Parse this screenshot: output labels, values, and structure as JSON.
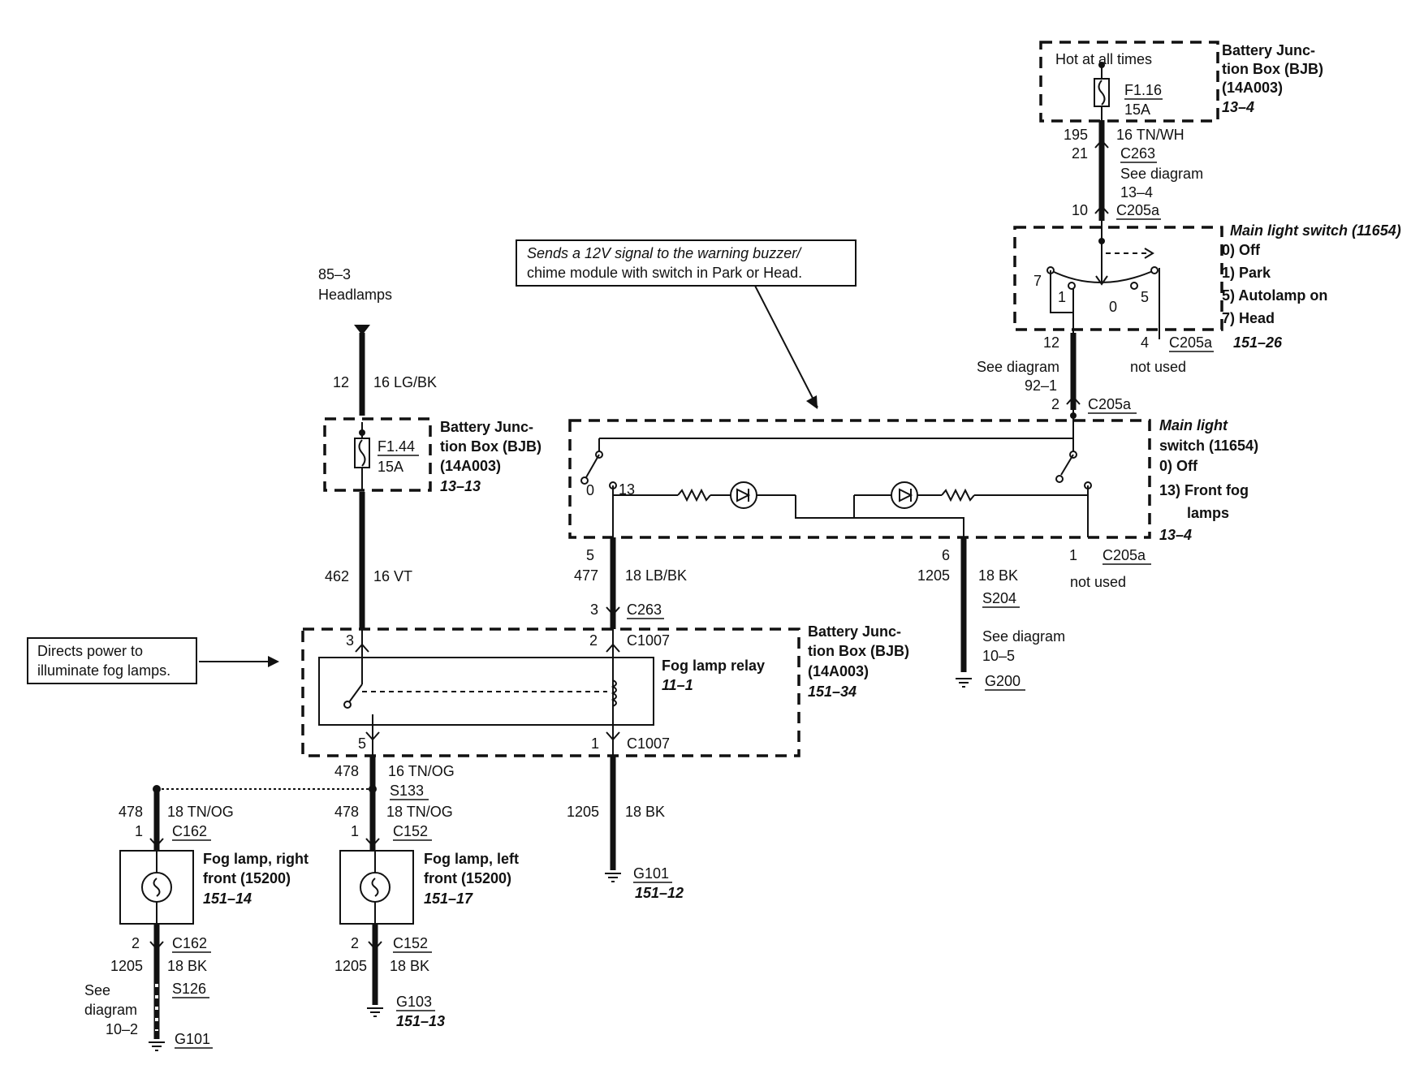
{
  "bjb_top": {
    "title": [
      "Battery Junc-",
      "tion Box (BJB)",
      "(14A003)"
    ],
    "page_ref": "13–4",
    "hot_label": "Hot at all times",
    "fuse": "F1.16",
    "rating": "15A"
  },
  "wire_top": {
    "circuit": "195",
    "spec": "16 TN/WH",
    "pin": "21",
    "connector": "C263",
    "see": [
      "See diagram",
      "13–4"
    ],
    "pin2": "10",
    "connector2": "C205a"
  },
  "main_switch_top": {
    "title": "Main light switch (11654)",
    "positions": [
      "0)   Off",
      "1)   Park",
      "5)   Autolamp on",
      "7)   Head"
    ],
    "page_ref": "151–26",
    "pos7": "7",
    "pos1": "1",
    "pos0": "0",
    "pos5": "5",
    "pin12": "12",
    "pin4": "4",
    "connector": "C205a",
    "not_used": "not used",
    "see": [
      "See diagram",
      "92–1"
    ],
    "pin2": "2",
    "connector2": "C205a"
  },
  "note_12v": [
    "Sends a 12V signal to the warning buzzer/",
    "chime module with switch in Park or Head."
  ],
  "headlamps": {
    "ref": "85–3",
    "label": "Headlamps",
    "pin": "12",
    "spec": "16 LG/BK"
  },
  "bjb_mid": {
    "title": [
      "Battery Junc-",
      "tion Box (BJB)",
      "(14A003)"
    ],
    "page_ref": "13–13",
    "fuse": "F1.44",
    "rating": "15A"
  },
  "main_switch_mid": {
    "title": [
      "Main light",
      "switch (11654)"
    ],
    "positions": [
      "0)   Off",
      "13)  Front fog",
      "lamps"
    ],
    "page_ref": "13–4",
    "pos0": "0",
    "pos13": "13",
    "pin5": "5",
    "pin6": "6",
    "pin1": "1",
    "connector": "C205a",
    "not_used": "not used"
  },
  "wire_462": {
    "circuit": "462",
    "spec": "16 VT"
  },
  "wire_477": {
    "circuit": "477",
    "spec": "18 LB/BK",
    "pin": "3",
    "connector": "C263"
  },
  "wire_1205_mid": {
    "circuit": "1205",
    "spec": "18 BK",
    "splice": "S204",
    "see": [
      "See diagram",
      "10–5"
    ],
    "ground": "G200"
  },
  "note_power": [
    "Directs power to",
    "illuminate fog lamps."
  ],
  "relay_box": {
    "title": [
      "Battery Junc-",
      "tion Box (BJB)",
      "(14A003)"
    ],
    "page_ref": "151–34",
    "relay": "Fog lamp relay",
    "relay_ref": "11–1",
    "pin3": "3",
    "pin2": "2",
    "connector_top": "C1007",
    "pin5": "5",
    "pin1": "1",
    "connector_bottom": "C1007"
  },
  "wire_478": {
    "circuit": "478",
    "spec": "16 TN/OG",
    "splice": "S133"
  },
  "fog_right": {
    "circuit": "478",
    "spec": "18 TN/OG",
    "pin1": "1",
    "connector": "C162",
    "title": [
      "Fog lamp, right",
      "front (15200)"
    ],
    "page_ref": "151–14",
    "pin2": "2",
    "connector2": "C162",
    "ground_circuit": "1205",
    "ground_spec": "18 BK",
    "splice": "S126",
    "see": [
      "See",
      "diagram",
      "10–2"
    ],
    "ground": "G101"
  },
  "fog_left": {
    "circuit": "478",
    "spec": "18 TN/OG",
    "pin1": "1",
    "connector": "C152",
    "title": [
      "Fog lamp, left",
      "front (15200)"
    ],
    "page_ref": "151–17",
    "pin2": "2",
    "connector2": "C152",
    "ground_circuit": "1205",
    "ground_spec": "18 BK",
    "ground": "G103",
    "ground_ref": "151–13"
  },
  "relay_ground": {
    "circuit": "1205",
    "spec": "18 BK",
    "ground": "G101",
    "ground_ref": "151–12"
  }
}
